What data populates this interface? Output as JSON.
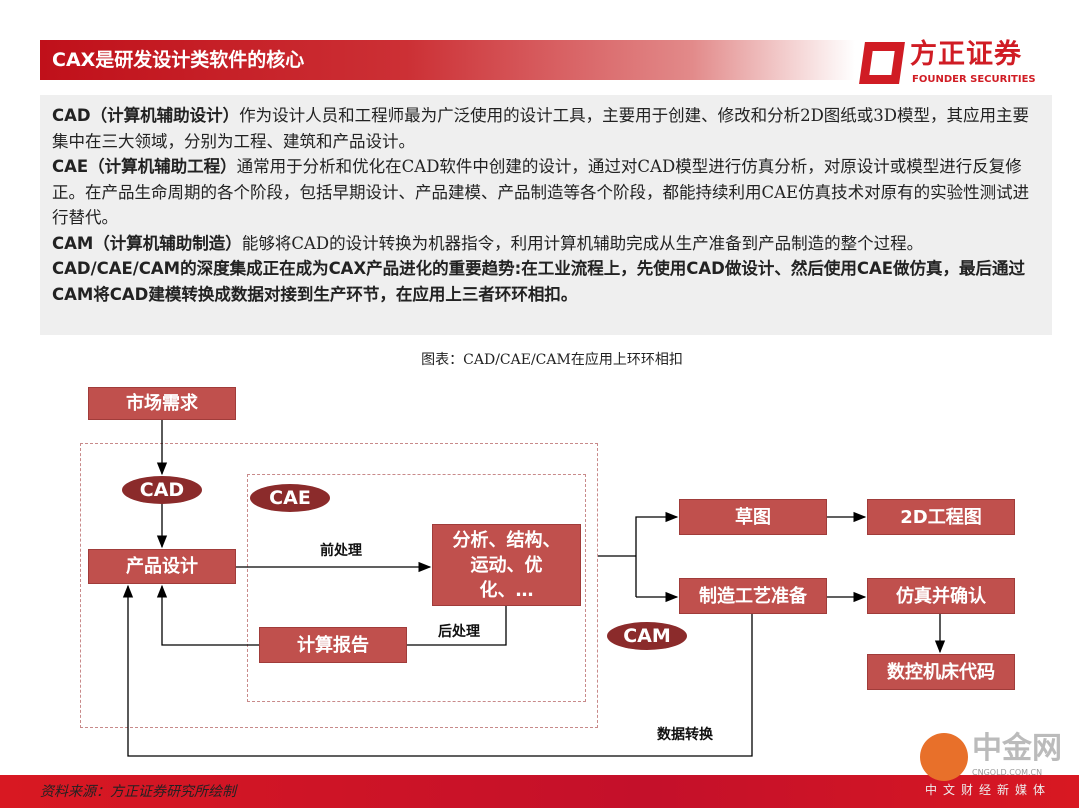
{
  "header": {
    "title": "CAX是研发设计类软件的核心"
  },
  "logo": {
    "cn": "方正证券",
    "en": "FOUNDER SECURITIES"
  },
  "body": [
    {
      "bold": "CAD（计算机辅助设计）",
      "text": "作为设计人员和工程师最为广泛使用的设计工具，主要用于创建、修改和分析2D图纸或3D模型，其应用主要集中在三大领域，分别为工程、建筑和产品设计。"
    },
    {
      "bold": "CAE（计算机辅助工程）",
      "text": "通常用于分析和优化在CAD软件中创建的设计，通过对CAD模型进行仿真分析，对原设计或模型进行反复修正。在产品生命周期的各个阶段，包括早期设计、产品建模、产品制造等各个阶段，都能持续利用CAE仿真技术对原有的实验性测试进行替代。"
    },
    {
      "bold": "CAM（计算机辅助制造）",
      "text": "能够将CAD的设计转换为机器指令，利用计算机辅助完成从生产准备到产品制造的整个过程。"
    },
    {
      "bold": "CAD/CAE/CAM的深度集成正在成为CAX产品进化的重要趋势:在工业流程上，先使用CAD做设计、然后使用CAE做仿真，最后通过CAM将CAD建模转换成数据对接到生产环节，在应用上三者环环相扣。",
      "text": ""
    }
  ],
  "caption": "图表：CAD/CAE/CAM在应用上环环相扣",
  "diagram": {
    "market": "市场需求",
    "cad": "CAD",
    "product": "产品设计",
    "cae": "CAE",
    "analysis": "分析、结构、运动、优化、…",
    "report": "计算报告",
    "pre": "前处理",
    "post": "后处理",
    "cam": "CAM",
    "sketch": "草图",
    "drawing": "2D工程图",
    "process": "制造工艺准备",
    "simulate": "仿真并确认",
    "nc": "数控机床代码",
    "convert": "数据转换"
  },
  "footer": {
    "source": "资料来源：方正证券研究所绘制"
  },
  "watermark": {
    "name": "中金网",
    "domain": "CNGOLD.COM.CN",
    "slogan": "中文财经新媒体"
  }
}
